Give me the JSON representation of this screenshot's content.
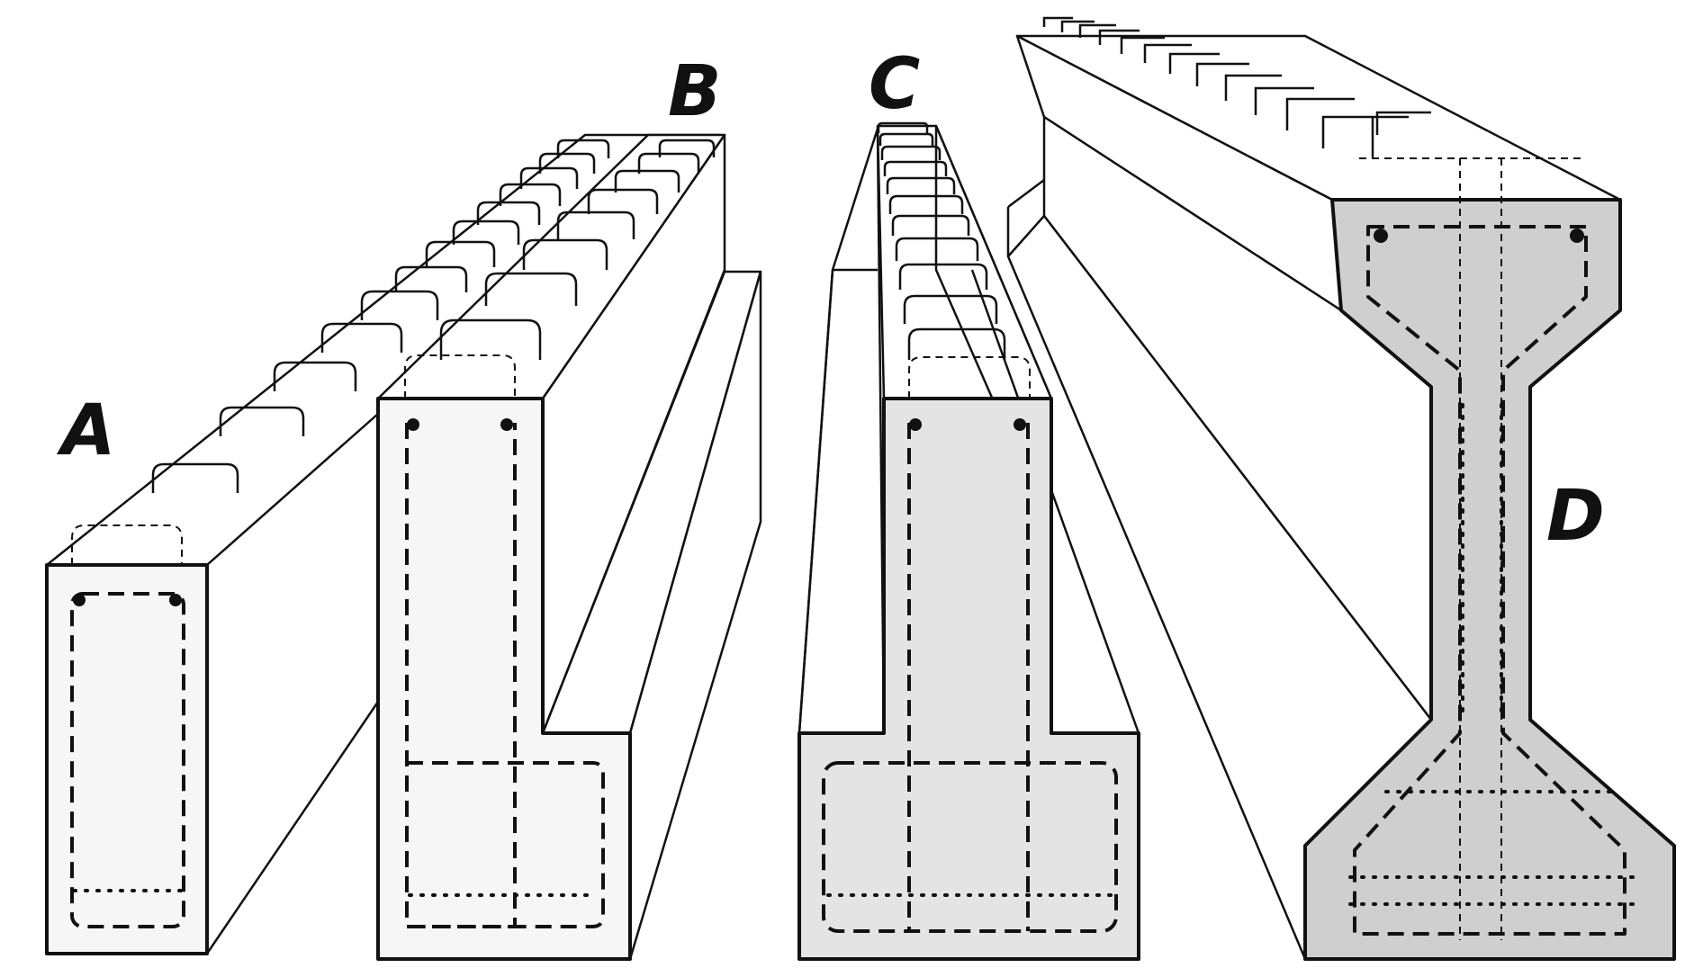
{
  "beams": [
    {
      "id": "A",
      "label": "A"
    },
    {
      "id": "B",
      "label": "B"
    },
    {
      "id": "C",
      "label": "C"
    },
    {
      "id": "D",
      "label": "D"
    }
  ]
}
